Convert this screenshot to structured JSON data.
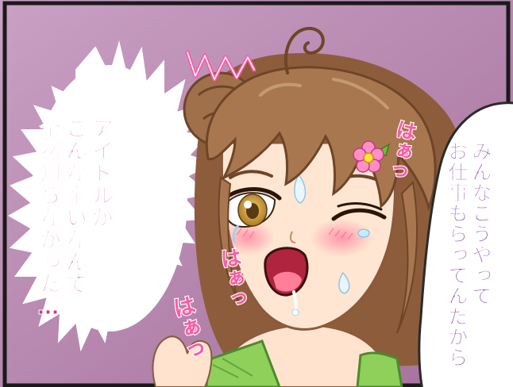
{
  "panel": {
    "left_bubble_text": "アイドルが\nこんな辛いなんて\n全然知らなかった…",
    "right_bubble_text": "みんなこうやって\nお仕事もらってんだから",
    "sfx": [
      "はぁっ",
      "はぁっ",
      "はぁっ"
    ]
  },
  "colors": {
    "background_top": "#c48fb8",
    "background_bottom": "#a9729d",
    "left_text": "#e0307a",
    "right_text": "#7a2fb0",
    "sfx": "#ff5aa5",
    "hair": "#a0704a",
    "skin": "#ffe6d2",
    "blush": "#ff8aa6",
    "eye": "#d8a838",
    "top": "#8ed05a"
  }
}
